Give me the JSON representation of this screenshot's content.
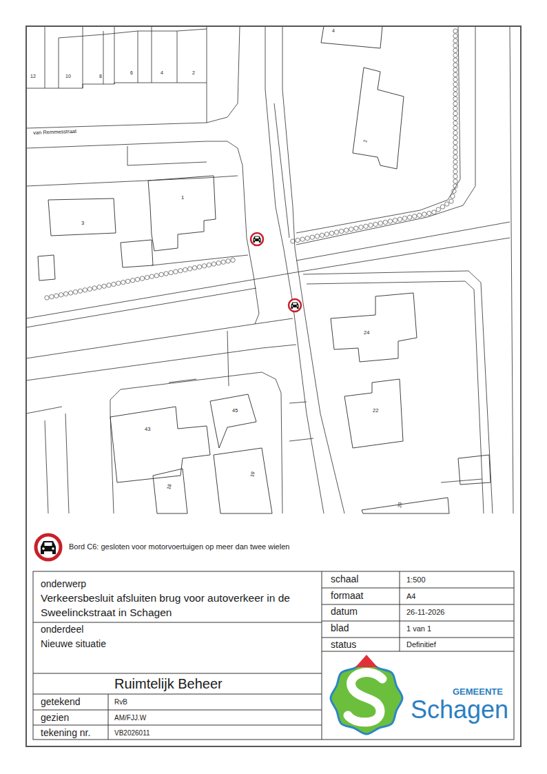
{
  "diagram": {
    "title": "Verkeersbesluit afsluiten brug voor autoverkeer in de Sweelinckstraat in Schagen",
    "labels": [
      "12",
      "10",
      "8",
      "6",
      "4",
      "2",
      "4",
      "van Remmesstraat",
      "2",
      "3",
      "1",
      "24",
      "22",
      "43",
      "45",
      "18",
      "19",
      "20",
      "onderwerp",
      "onderdeel",
      "Nieuwe situatie",
      "Ruimtelijk Beheer",
      "getekend",
      "RvB",
      "gezien",
      "AM/FJJ.W",
      "tekening nr.",
      "VB2026011",
      "schaal",
      "1:500",
      "formaat",
      "A4",
      "datum",
      "26-11-2026",
      "blad",
      "1 van 1",
      "status",
      "Definitief",
      "GEMEENTE",
      "Schagen"
    ],
    "legend": [
      {
        "text": "Bord C6: gesloten voor motorvoertuigen op meer dan twee wielen"
      }
    ]
  }
}
